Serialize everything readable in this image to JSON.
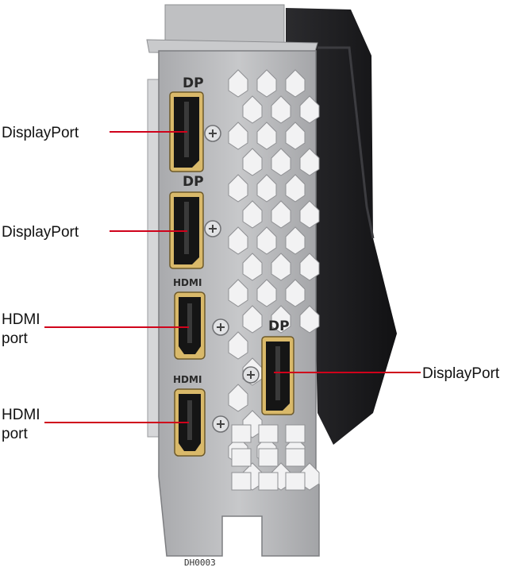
{
  "bracket": {
    "port_markings": [
      "DP",
      "DP",
      "HDMI",
      "HDMI",
      "DP"
    ],
    "code": "DH0003"
  },
  "callouts": [
    {
      "lines": [
        "DisplayPort"
      ]
    },
    {
      "lines": [
        "DisplayPort"
      ]
    },
    {
      "lines": [
        "HDMI",
        "port"
      ]
    },
    {
      "lines": [
        "HDMI",
        "port"
      ]
    },
    {
      "lines": [
        "DisplayPort"
      ]
    }
  ],
  "colors": {
    "callout_line": "#d0021b",
    "bracket": "#b9babc",
    "port_gold": "#d9b96a",
    "cooler": "#1f1f21"
  }
}
